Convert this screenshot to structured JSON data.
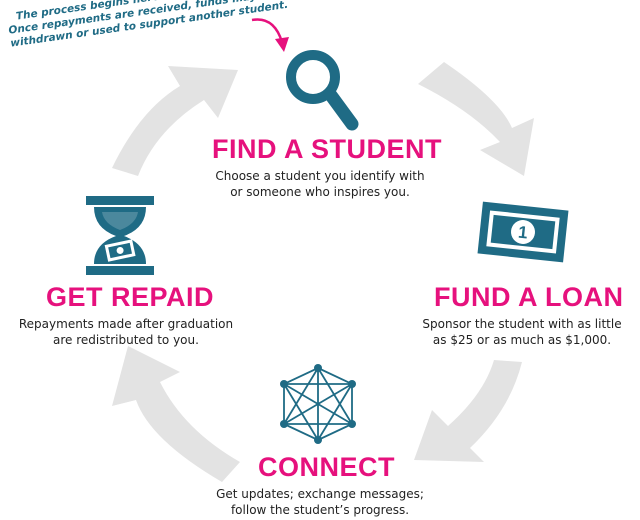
{
  "note": {
    "lines": [
      "The process begins here but may repeat.",
      "Once repayments are received, funds may be",
      "withdrawn or used to support another student."
    ]
  },
  "steps": {
    "find": {
      "title": "FIND A STUDENT",
      "desc_lines": [
        "Choose a student you identify with",
        "or someone who inspires you."
      ],
      "icon": "search-icon"
    },
    "fund": {
      "title": "FUND A LOAN",
      "desc_lines": [
        "Sponsor the student with as little",
        "as $25 or as much as $1,000."
      ],
      "icon": "dollar-bill-icon",
      "icon_text": "1"
    },
    "connect": {
      "title": "CONNECT",
      "desc_lines": [
        "Get updates; exchange messages;",
        "follow the student’s progress."
      ],
      "icon": "network-hexagon-icon"
    },
    "repaid": {
      "title": "GET REPAID",
      "desc_lines": [
        "Repayments made after graduation",
        "are redistributed to you."
      ],
      "icon": "hourglass-money-icon"
    }
  },
  "colors": {
    "accent": "#e6117d",
    "icon": "#1f6b85",
    "arrow": "#e3e3e3",
    "text": "#222222"
  }
}
